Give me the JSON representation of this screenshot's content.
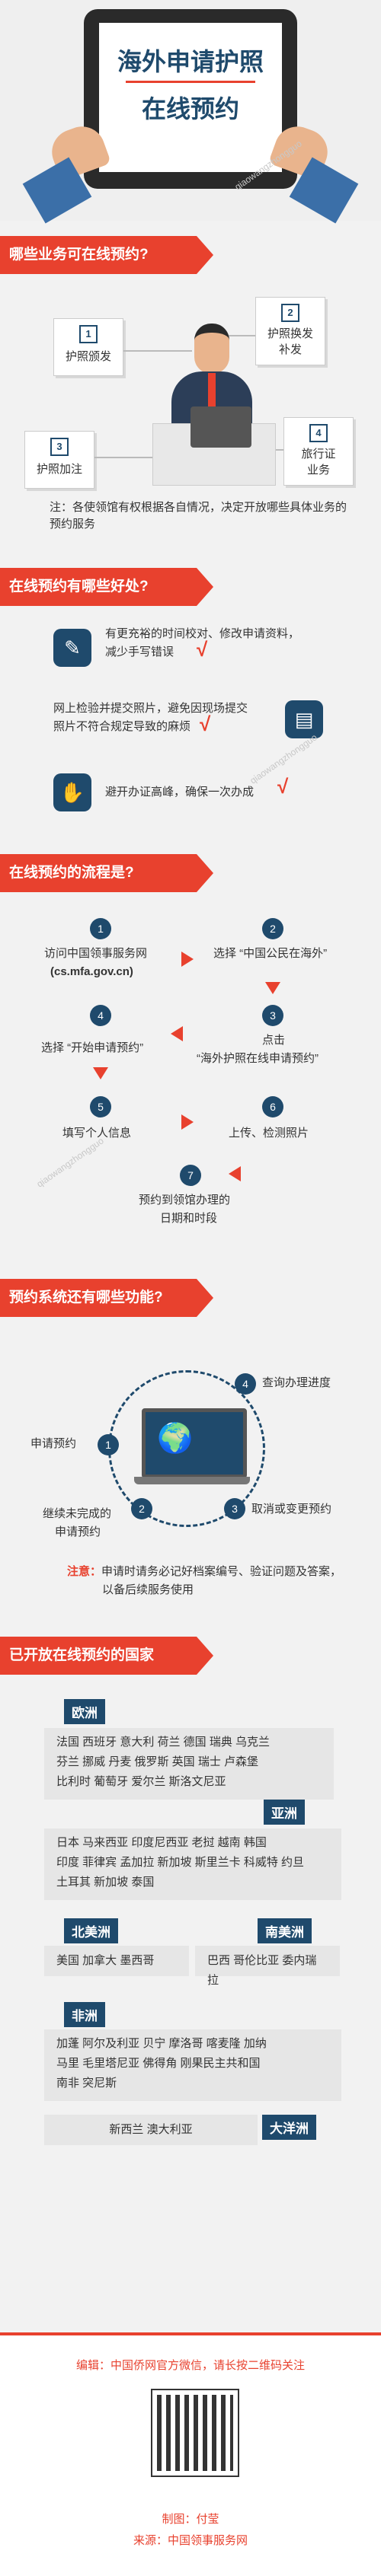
{
  "hero": {
    "title_line1": "海外申请护照",
    "title_line2": "在线预约"
  },
  "watermark": "qiaowangzhongguo",
  "section1": {
    "heading": "哪些业务可在线预约?",
    "cards": [
      {
        "num": "1",
        "label": "护照颁发"
      },
      {
        "num": "2",
        "label1": "护照换发",
        "label2": "补发"
      },
      {
        "num": "3",
        "label": "护照加注"
      },
      {
        "num": "4",
        "label1": "旅行证",
        "label2": "业务"
      }
    ],
    "note_prefix": "注：",
    "note_text": "各使领馆有权根据各自情况，决定开放哪些具体业务的预约服务"
  },
  "section2": {
    "heading": "在线预约有哪些好处?",
    "items": [
      {
        "icon": "pen-paper-icon",
        "line1": "有更充裕的时间校对、修改申请资料，",
        "line2": "减少手写错误",
        "check": "√"
      },
      {
        "icon": "id-card-icon",
        "line1": "网上检验并提交照片，避免因现场提交",
        "line2": "照片不符合规定导致的麻烦",
        "check": "√"
      },
      {
        "icon": "handshake-icon",
        "line1": "避开办证高峰，确保一次办成",
        "line2": "",
        "check": "√"
      }
    ]
  },
  "section3": {
    "heading": "在线预约的流程是?",
    "steps": [
      {
        "num": "1",
        "line1": "访问中国领事服务网",
        "line2": "(cs.mfa.gov.cn)"
      },
      {
        "num": "2",
        "line1": "选择 “中国公民在海外”",
        "line2": ""
      },
      {
        "num": "3",
        "line1": "点击",
        "line2": "“海外护照在线申请预约”"
      },
      {
        "num": "4",
        "line1": "选择 “开始申请预约”",
        "line2": ""
      },
      {
        "num": "5",
        "line1": "填写个人信息",
        "line2": ""
      },
      {
        "num": "6",
        "line1": "上传、检测照片",
        "line2": ""
      },
      {
        "num": "7",
        "line1": "预约到领馆办理的",
        "line2": "日期和时段"
      }
    ]
  },
  "section4": {
    "heading": "预约系统还有哪些功能?",
    "features": [
      {
        "num": "1",
        "label": "申请预约"
      },
      {
        "num": "2",
        "label1": "继续未完成的",
        "label2": "申请预约"
      },
      {
        "num": "3",
        "label": "取消或变更预约"
      },
      {
        "num": "4",
        "label": "查询办理进度"
      }
    ],
    "note_prefix": "注意：",
    "note_line1": "申请时请务必记好档案编号、验证问题及答案，",
    "note_line2": "以备后续服务使用"
  },
  "section5": {
    "heading": "已开放在线预约的国家",
    "regions": [
      {
        "name": "欧洲",
        "lines": [
          "法国 西班牙 意大利 荷兰 德国 瑞典 乌克兰",
          "芬兰 挪威 丹麦 俄罗斯 英国 瑞士 卢森堡",
          "比利时 葡萄牙 爱尔兰 斯洛文尼亚"
        ]
      },
      {
        "name": "亚洲",
        "lines": [
          "日本 马来西亚 印度尼西亚 老挝 越南 韩国",
          "印度 菲律宾 孟加拉 新加坡 斯里兰卡 科威特 约旦",
          "土耳其 新加坡 泰国"
        ]
      },
      {
        "name": "北美洲",
        "lines": [
          "美国 加拿大 墨西哥"
        ]
      },
      {
        "name": "南美洲",
        "lines": [
          "巴西 哥伦比亚 委内瑞拉"
        ]
      },
      {
        "name": "非洲",
        "lines": [
          "加蓬 阿尔及利亚 贝宁 摩洛哥 喀麦隆 加纳",
          "马里 毛里塔尼亚 佛得角 刚果民主共和国",
          "南非 突尼斯"
        ]
      },
      {
        "name": "大洋洲",
        "lines": [
          "新西兰 澳大利亚"
        ]
      }
    ]
  },
  "footer": {
    "editor": "编辑：中国侨网官方微信，请长按二维码关注",
    "producer": "制图：付莹",
    "source": "来源：中国领事服务网"
  },
  "colors": {
    "accent": "#e8412e",
    "navy": "#1f4a6c"
  }
}
